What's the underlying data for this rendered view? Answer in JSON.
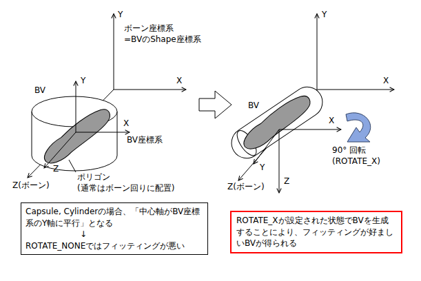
{
  "diagram": {
    "nodes": [
      {
        "text": [
          "Capsule, Cylinderの場合、「中心軸がBV座標系のY軸に平行」となる",
          "↓",
          "ROTATE_NONEではフィッティングが悪い"
        ]
      },
      {
        "text": [
          "ROTATE_Xが設定された状態でBVを生成することにより、フィッティングが好ましいBVが得られる"
        ]
      }
    ],
    "labels": [
      "Y",
      "ボーン座標系 =BVのShape座標系",
      "X",
      "BV",
      "Y",
      "X",
      "BV座標系",
      "Z",
      "ポリゴン (通常はボーン回りに配置)",
      "Z(ボーン)",
      "Y",
      "X",
      "BV",
      "X",
      "Y",
      "Z",
      "90° 回転 (ROTATE_X)",
      "Z(ボーン)"
    ]
  }
}
